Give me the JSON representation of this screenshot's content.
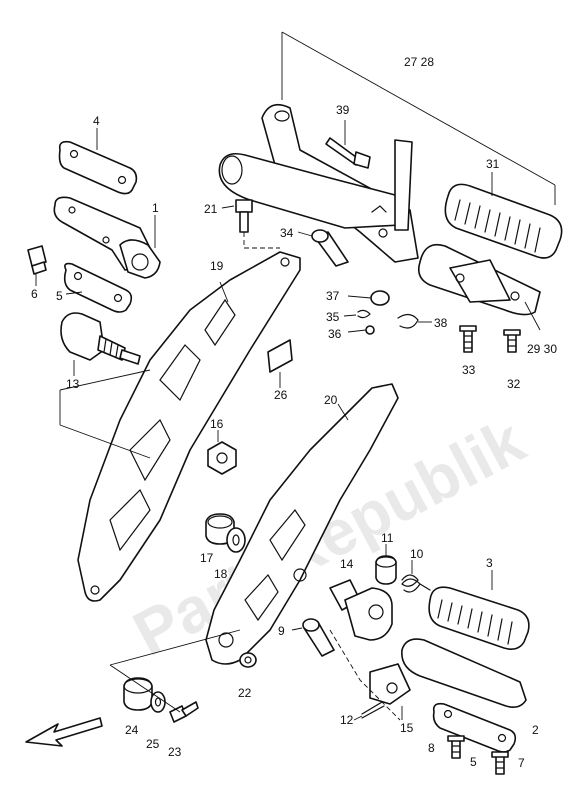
{
  "watermark": "PartsRepublik",
  "callouts": [
    {
      "id": "c1",
      "text": "1"
    },
    {
      "id": "c2",
      "text": "2"
    },
    {
      "id": "c3",
      "text": "3"
    },
    {
      "id": "c4",
      "text": "4"
    },
    {
      "id": "c5a",
      "text": "5"
    },
    {
      "id": "c5b",
      "text": "5"
    },
    {
      "id": "c6",
      "text": "6"
    },
    {
      "id": "c7",
      "text": "7"
    },
    {
      "id": "c8",
      "text": "8"
    },
    {
      "id": "c9",
      "text": "9"
    },
    {
      "id": "c10",
      "text": "10"
    },
    {
      "id": "c11",
      "text": "11"
    },
    {
      "id": "c12",
      "text": "12"
    },
    {
      "id": "c13",
      "text": "13"
    },
    {
      "id": "c14",
      "text": "14"
    },
    {
      "id": "c15",
      "text": "15"
    },
    {
      "id": "c16",
      "text": "16"
    },
    {
      "id": "c17",
      "text": "17"
    },
    {
      "id": "c18",
      "text": "18"
    },
    {
      "id": "c19",
      "text": "19"
    },
    {
      "id": "c20",
      "text": "20"
    },
    {
      "id": "c21",
      "text": "21"
    },
    {
      "id": "c22",
      "text": "22"
    },
    {
      "id": "c23",
      "text": "23"
    },
    {
      "id": "c24",
      "text": "24"
    },
    {
      "id": "c25",
      "text": "25"
    },
    {
      "id": "c26",
      "text": "26"
    },
    {
      "id": "c2728",
      "text": "27 28"
    },
    {
      "id": "c2930",
      "text": "29 30"
    },
    {
      "id": "c31",
      "text": "31"
    },
    {
      "id": "c32",
      "text": "32"
    },
    {
      "id": "c33",
      "text": "33"
    },
    {
      "id": "c34",
      "text": "34"
    },
    {
      "id": "c35",
      "text": "35"
    },
    {
      "id": "c36",
      "text": "36"
    },
    {
      "id": "c37",
      "text": "37"
    },
    {
      "id": "c38",
      "text": "38"
    },
    {
      "id": "c39",
      "text": "39"
    }
  ],
  "front_arrow_icon": "arrow-down-left-icon"
}
